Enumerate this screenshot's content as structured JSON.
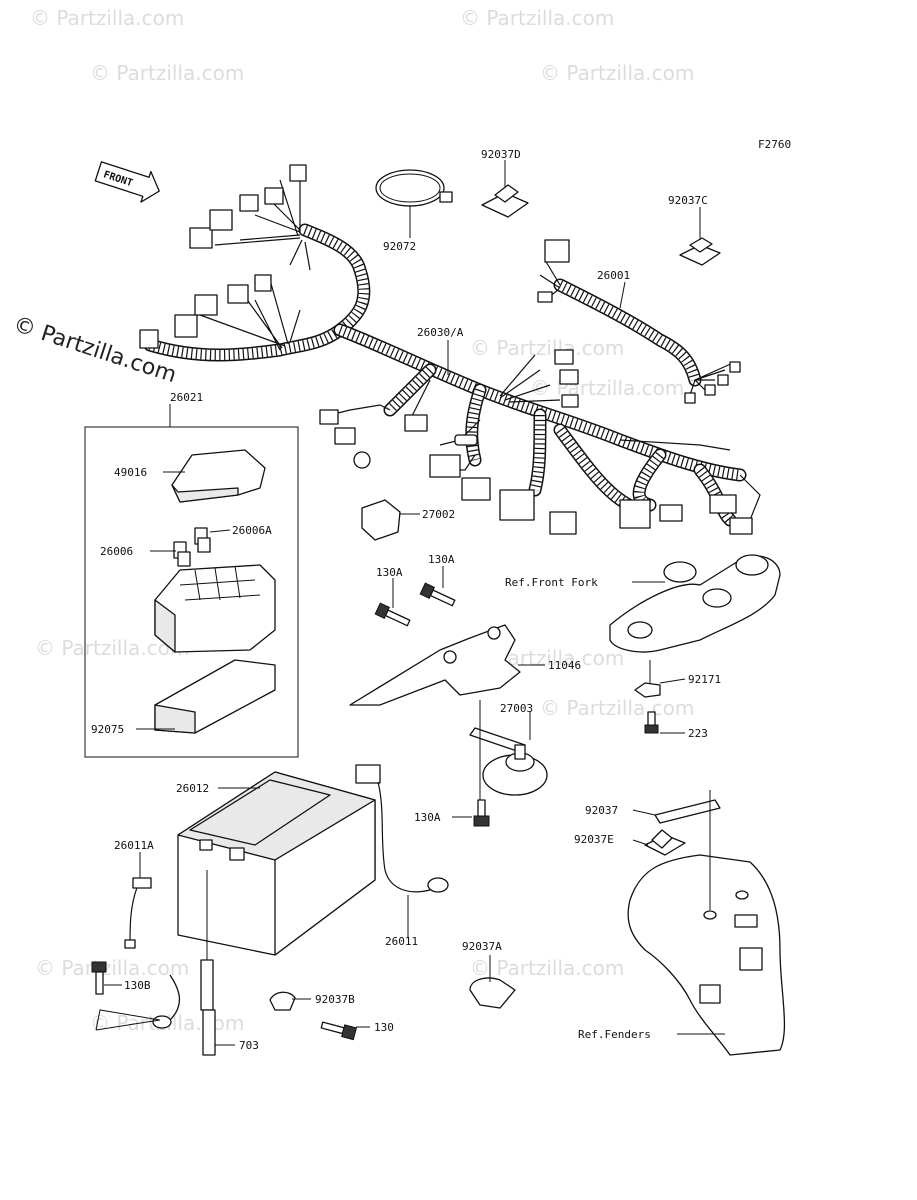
{
  "figure_code": "F2760",
  "front_arrow": "FRONT",
  "watermark_main": "© Partzilla.com",
  "watermark_faint": "© Partzilla.com",
  "labels": {
    "p92037D": "92037D",
    "p92072": "92072",
    "p92037C": "92037C",
    "p26001": "26001",
    "p26030A": "26030/A",
    "p26021": "26021",
    "p49016": "49016",
    "p26006A": "26006A",
    "p26006": "26006",
    "p92075": "92075",
    "p27002": "27002",
    "p130A_1": "130A",
    "p130A_2": "130A",
    "ref_front_fork": "Ref.Front Fork",
    "p11046": "11046",
    "p92171": "92171",
    "p27003": "27003",
    "p223": "223",
    "p26012": "26012",
    "p26011A": "26011A",
    "p130A_3": "130A",
    "p92037": "92037",
    "p92037E": "92037E",
    "p26011": "26011",
    "p92037A": "92037A",
    "p130B": "130B",
    "p92037B": "92037B",
    "p130": "130",
    "p703": "703",
    "ref_fenders": "Ref.Fenders"
  }
}
